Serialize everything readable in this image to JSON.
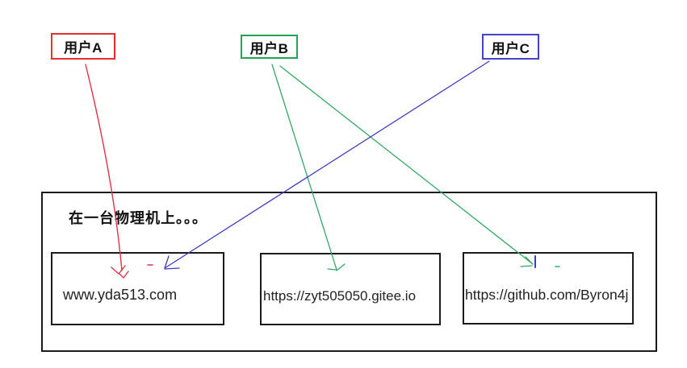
{
  "page": {
    "background": "#ffffff",
    "colors": {
      "user_a_red": "#e62e2e",
      "user_b_green": "#22a455",
      "user_c_blue": "#4343c8",
      "box_black": "#1b1b1b"
    }
  },
  "users": [
    {
      "label": "用户A",
      "color": "#e62e2e"
    },
    {
      "label": "用户B",
      "color": "#22a455"
    },
    {
      "label": "用户C",
      "color": "#4343c8"
    }
  ],
  "machine": {
    "label": "在一台物理机上。。。",
    "sites": [
      {
        "url": "www.yda513.com"
      },
      {
        "url": "https://zyt505050.gitee.io"
      },
      {
        "url": "https://github.com/Byron4j"
      }
    ]
  },
  "connections": [
    {
      "from": "用户A",
      "to": "www.yda513.com",
      "color": "#dc3348"
    },
    {
      "from": "用户B",
      "to": "https://zyt505050.gitee.io",
      "color": "#33a863"
    },
    {
      "from": "用户B",
      "to": "https://github.com/Byron4j",
      "color": "#33a863"
    },
    {
      "from": "用户C",
      "to": "www.yda513.com",
      "color": "#3c3cc0"
    }
  ]
}
